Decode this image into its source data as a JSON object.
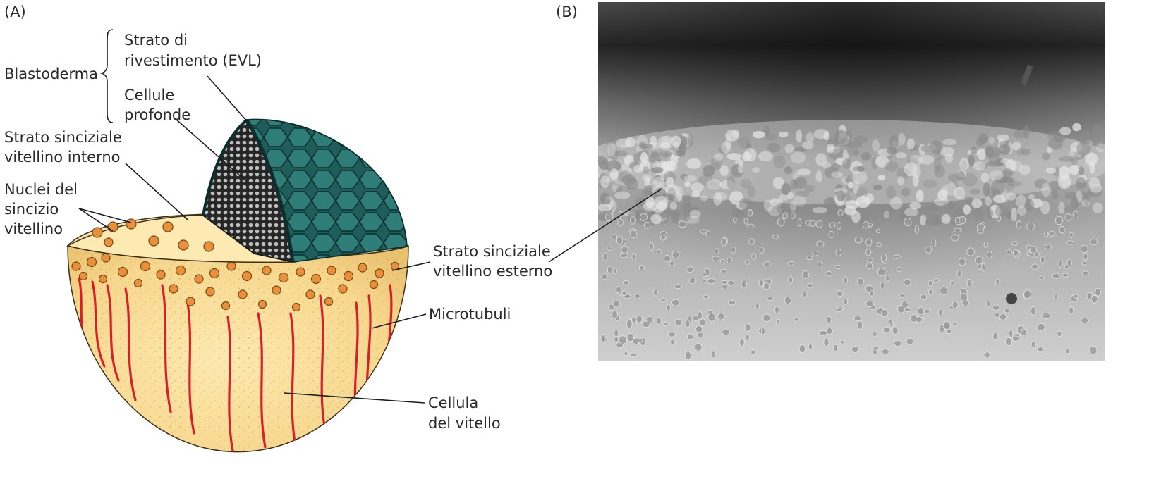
{
  "panels": {
    "a": "(A)",
    "b": "(B)"
  },
  "labels": {
    "blastoderma": "Blastoderma",
    "evl_1": "Strato di",
    "evl_2": "rivestimento (EVL)",
    "deep_1": "Cellule",
    "deep_2": "profonde",
    "iysl_1": "Strato sinciziale",
    "iysl_2": "vitellino interno",
    "nuclei_1": "Nuclei del",
    "nuclei_2": "sincizio",
    "nuclei_3": "vitellino",
    "eysl_1": "Strato sinciziale",
    "eysl_2": "vitellino esterno",
    "microtubuli": "Microtubuli",
    "yolk_1": "Cellula",
    "yolk_2": "del vitello"
  },
  "colors": {
    "yolk": "#f6dd9a",
    "yolk_cut": "#fbe6a8",
    "nucleus": "#e8913a",
    "microtubule": "#d8202a",
    "blastoderm": "#1f5f5c",
    "deep_cells": "#3a3a3a"
  }
}
